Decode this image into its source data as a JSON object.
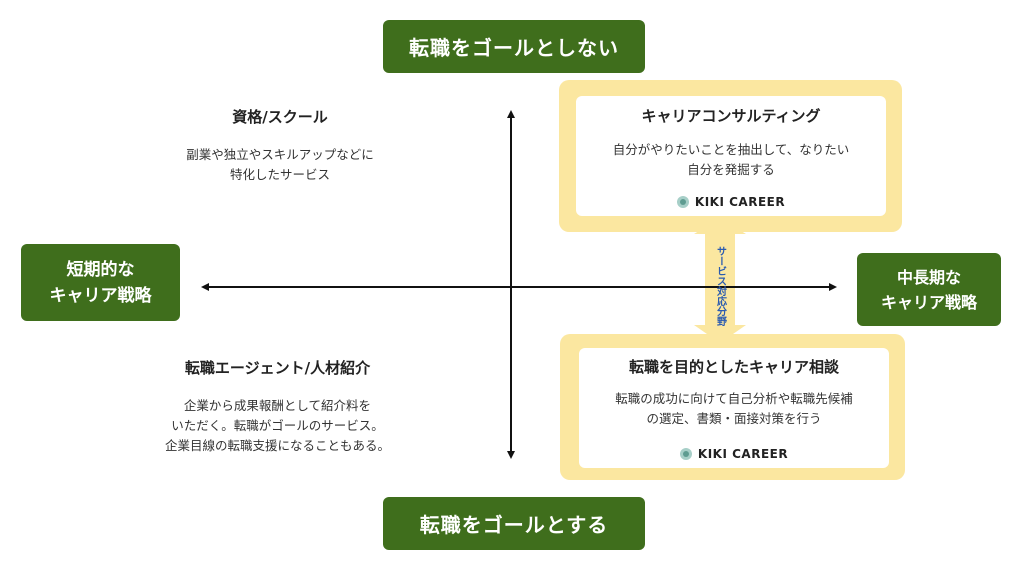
{
  "axis_labels": {
    "top": "転職をゴールとしない",
    "bottom": "転職をゴールとする",
    "left_line1": "短期的な",
    "left_line2": "キャリア戦略",
    "right_line1": "中長期な",
    "right_line2": "キャリア戦略"
  },
  "quadrants": {
    "top_left": {
      "title": "資格/スクール",
      "desc_line1": "副業や独立やスキルアップなどに",
      "desc_line2": "特化したサービス"
    },
    "bottom_left": {
      "title": "転職エージェント/人材紹介",
      "desc_line1": "企業から成果報酬として紹介料を",
      "desc_line2": "いただく。転職がゴールのサービス。",
      "desc_line3": "企業目線の転職支援になることもある。"
    },
    "top_right": {
      "title": "キャリアコンサルティング",
      "desc_line1": "自分がやりたいことを抽出して、なりたい",
      "desc_line2": "自分を発掘する",
      "brand": "KIKI CAREER"
    },
    "bottom_right": {
      "title": "転職を目的としたキャリア相談",
      "desc_line1": "転職の成功に向けて自己分析や転職先候補",
      "desc_line2": "の選定、書類・面接対策を行う",
      "brand": "KIKI CAREER"
    }
  },
  "service_area_label": "サービス対応分野",
  "colors": {
    "green": "#3f6e1c",
    "yellow": "#fbe7a0",
    "service_text": "#2a5bb0"
  }
}
